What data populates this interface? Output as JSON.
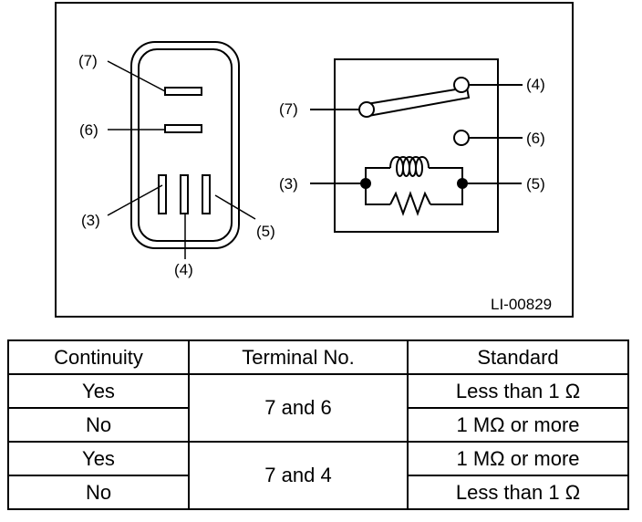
{
  "figure": {
    "code": "LI-00829",
    "connector_labels": [
      "(7)",
      "(6)",
      "(3)",
      "(4)",
      "(5)"
    ],
    "relay_labels": [
      "(4)",
      "(7)",
      "(6)",
      "(3)",
      "(5)"
    ]
  },
  "table": {
    "headers": [
      "Continuity",
      "Terminal No.",
      "Standard"
    ],
    "groups": [
      {
        "terminal": "7 and 6",
        "rows": [
          {
            "continuity": "Yes",
            "standard": "Less than 1 Ω"
          },
          {
            "continuity": "No",
            "standard": "1 MΩ or more"
          }
        ]
      },
      {
        "terminal": "7 and 4",
        "rows": [
          {
            "continuity": "Yes",
            "standard": "1 MΩ or more"
          },
          {
            "continuity": "No",
            "standard": "Less than 1 Ω"
          }
        ]
      }
    ]
  }
}
